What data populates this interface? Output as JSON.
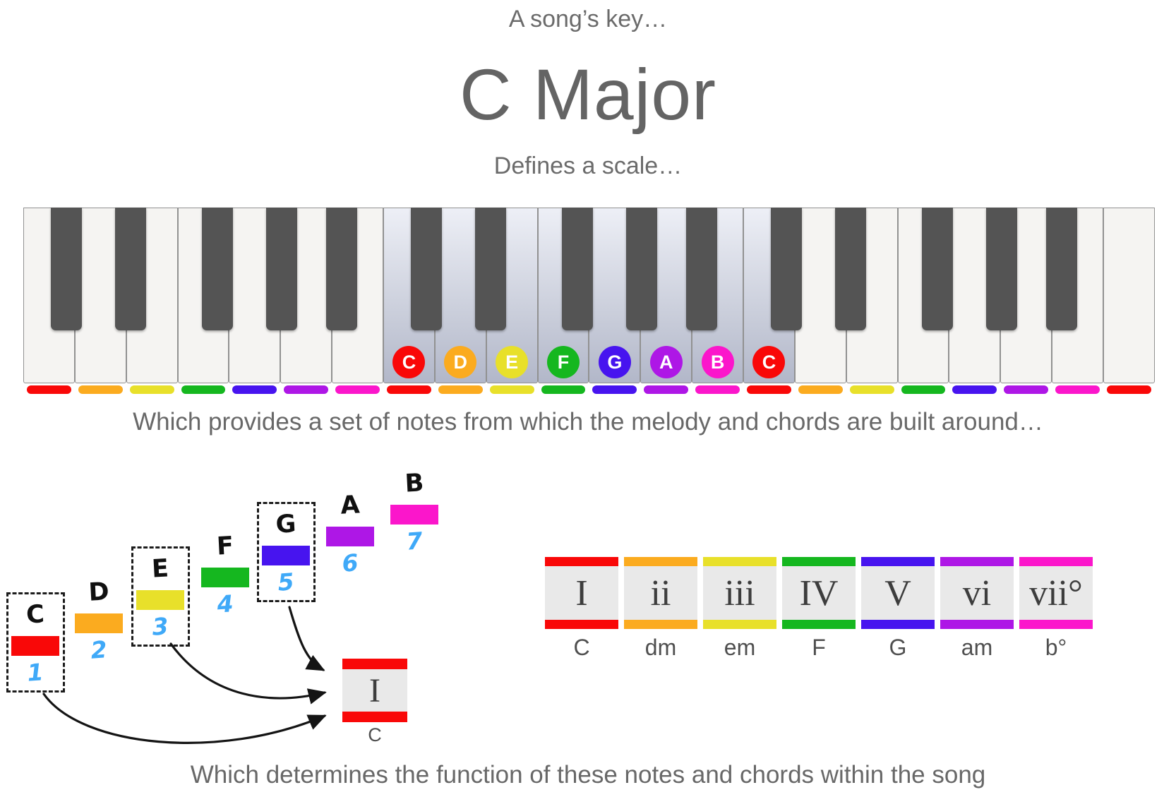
{
  "header": {
    "kicker": "A song’s key…",
    "title": "C Major",
    "subtitle": "Defines a scale…"
  },
  "captions": {
    "middle": "Which provides a set of notes from which the melody and chords are built around…",
    "bottom": "Which determines the function of these notes and chords within the song"
  },
  "palette": {
    "C": "#f90808",
    "D": "#fbab1f",
    "E": "#e8e02a",
    "F": "#15b71f",
    "G": "#4714ef",
    "A": "#ae17e6",
    "B": "#fb16cb"
  },
  "keyboard": {
    "white_keys": [
      "C",
      "D",
      "E",
      "F",
      "G",
      "A",
      "B",
      "C",
      "D",
      "E",
      "F",
      "G",
      "A",
      "B",
      "C",
      "D",
      "E",
      "F",
      "G",
      "A",
      "B",
      "C"
    ],
    "highlighted_start_index": 7,
    "highlighted_end_index": 14
  },
  "scale_steps": [
    {
      "note": "C",
      "degree": "1",
      "boxed": true
    },
    {
      "note": "D",
      "degree": "2",
      "boxed": false
    },
    {
      "note": "E",
      "degree": "3",
      "boxed": true
    },
    {
      "note": "F",
      "degree": "4",
      "boxed": false
    },
    {
      "note": "G",
      "degree": "5",
      "boxed": true
    },
    {
      "note": "A",
      "degree": "6",
      "boxed": false
    },
    {
      "note": "B",
      "degree": "7",
      "boxed": false
    }
  ],
  "tonic_chord": {
    "numeral": "I",
    "label": "C"
  },
  "chord_chart": [
    {
      "numeral": "I",
      "label": "C",
      "note": "C"
    },
    {
      "numeral": "ii",
      "label": "dm",
      "note": "D"
    },
    {
      "numeral": "iii",
      "label": "em",
      "note": "E"
    },
    {
      "numeral": "IV",
      "label": "F",
      "note": "F"
    },
    {
      "numeral": "V",
      "label": "G",
      "note": "G"
    },
    {
      "numeral": "vi",
      "label": "am",
      "note": "A"
    },
    {
      "numeral": "vii°",
      "label": "b°",
      "note": "B"
    }
  ]
}
